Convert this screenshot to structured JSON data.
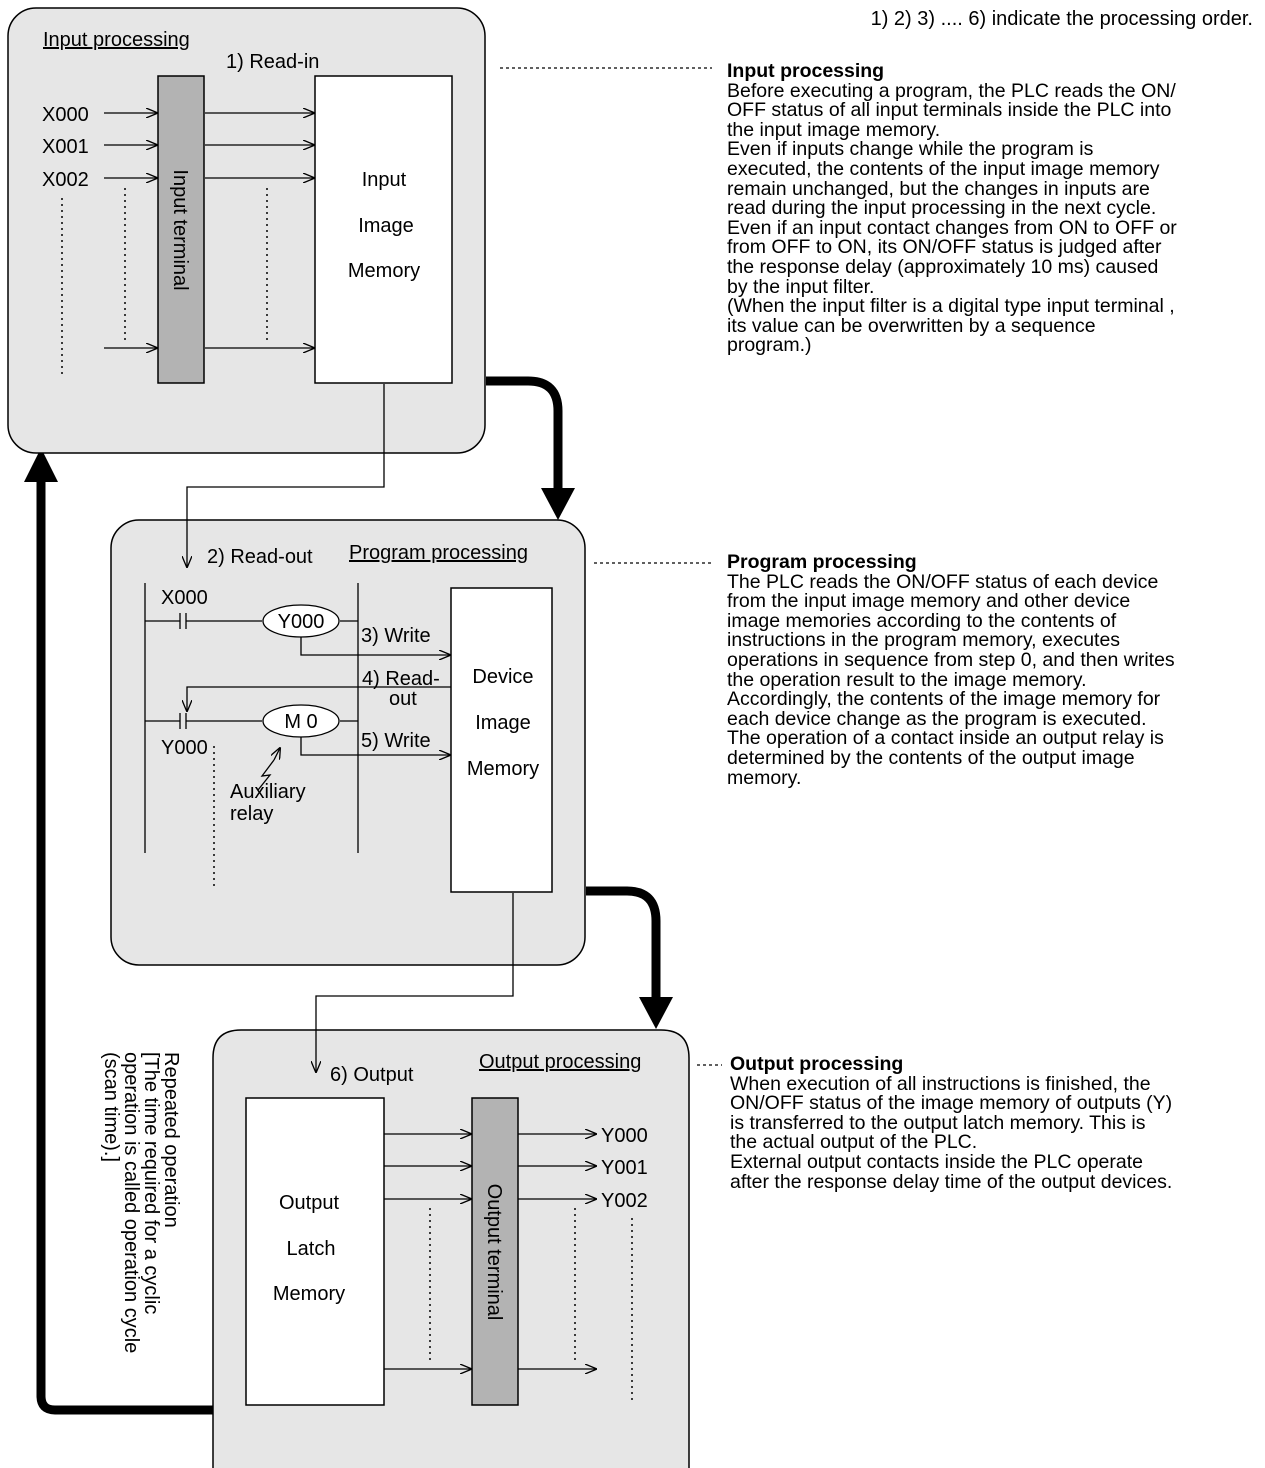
{
  "note": "1) 2) 3) .... 6) indicate the processing order.",
  "input_block": {
    "title": "Input processing",
    "step": "1) Read-in",
    "inputs": [
      "X000",
      "X001",
      "X002"
    ],
    "terminal": "Input terminal",
    "memory": [
      "Input",
      "Image",
      "Memory"
    ]
  },
  "program_block": {
    "title": "Program processing",
    "step_readout": "2) Read-out",
    "contact1": "X000",
    "coil1": "Y000",
    "step_write3": "3) Write",
    "step_readout4": [
      "4) Read-",
      "out"
    ],
    "contact2": "Y000",
    "coil2": "M 0",
    "step_write5": "5) Write",
    "aux": [
      "Auxiliary",
      "relay"
    ],
    "memory": [
      "Device",
      "Image",
      "Memory"
    ]
  },
  "output_block": {
    "title": "Output processing",
    "step": "6) Output",
    "memory": [
      "Output",
      "Latch",
      "Memory"
    ],
    "terminal": "Output terminal",
    "outputs": [
      "Y000",
      "Y001",
      "Y002"
    ]
  },
  "loop_label": [
    "Repeated operation",
    "[The time required for a cyclic",
    "operation is called operation cycle",
    "(scan time).]"
  ],
  "descriptions": {
    "input": {
      "heading": "Input processing",
      "text": "Before executing a program, the PLC reads the ON/\nOFF status of all input terminals inside the PLC into\nthe input image memory.\nEven if inputs change while the program is\nexecuted, the contents of the input image memory\nremain unchanged, but the changes in inputs are\nread during the input processing in the next cycle.\nEven if an input contact changes from ON to OFF or\nfrom OFF to ON, its ON/OFF status is judged after\nthe response delay (approximately 10 ms) caused\nby the input filter.\n(When the input filter is a digital type input terminal ,\nits value can be overwritten by a sequence\nprogram.)"
    },
    "program": {
      "heading": "Program processing",
      "text": "The PLC reads the ON/OFF status of each device\nfrom the input image memory and other device\nimage memories according to the contents of\ninstructions in the program memory, executes\noperations in sequence from step 0, and then writes\nthe operation result to the image memory.\nAccordingly, the contents of the image memory  for\neach device change as the program is executed.\nThe operation of a contact inside an output relay is\ndetermined by the contents of the output image\nmemory."
    },
    "output": {
      "heading": "Output processing",
      "text": "When execution of all instructions is finished, the\nON/OFF status of the image memory of outputs (Y)\nis transferred to the output latch memory.  This is\nthe actual output of the PLC.\nExternal output contacts inside the PLC operate\nafter the response delay time of the output devices."
    }
  }
}
